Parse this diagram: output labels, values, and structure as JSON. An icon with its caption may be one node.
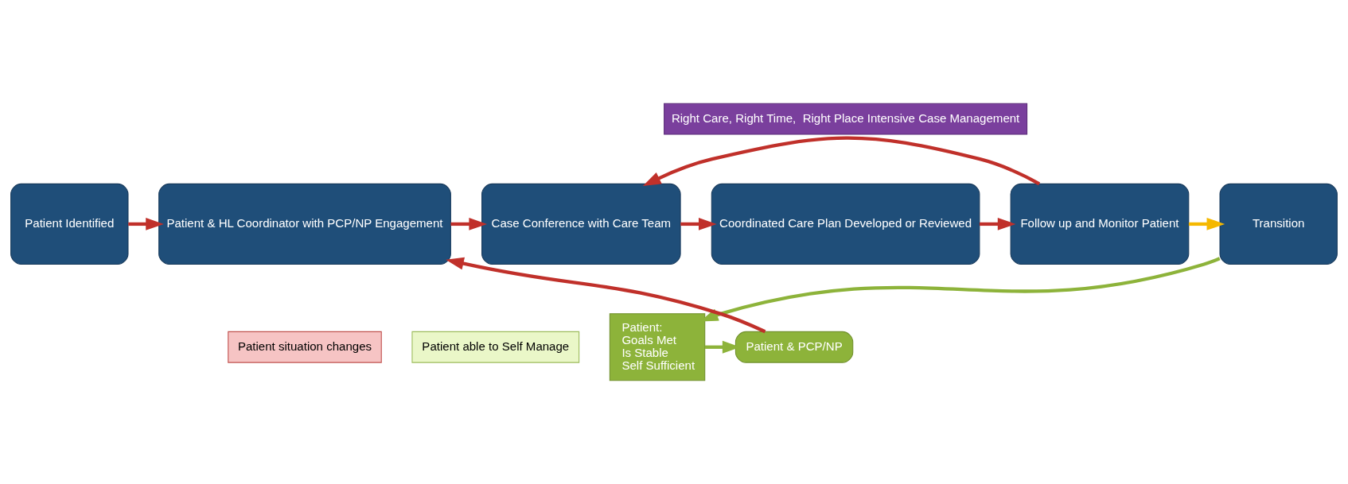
{
  "diagram": {
    "nodes": [
      {
        "text": [
          "Right Care, Right Time,  Right Place Intensive Case Management"
        ]
      },
      {
        "text": [
          "Patient Identified"
        ]
      },
      {
        "text": [
          "Patient & HL Coordinator with PCP/NP Engagement"
        ]
      },
      {
        "text": [
          "Case Conference with Care Team"
        ]
      },
      {
        "text": [
          "Coordinated Care Plan Developed or Reviewed"
        ]
      },
      {
        "text": [
          "Follow up and Monitor Patient"
        ]
      },
      {
        "text": [
          "Transition"
        ]
      },
      {
        "text": [
          "Patient & PCP/NP"
        ]
      },
      {
        "text": [
          "Patient situation changes"
        ]
      },
      {
        "text": [
          "Patient:",
          "Goals Met",
          "Is Stable",
          "Self Sufficient"
        ]
      },
      {
        "text": [
          "Patient able to Self Manage"
        ]
      }
    ],
    "edges": [
      {
        "from": 1,
        "to": 2,
        "arrow": "to"
      },
      {
        "from": 2,
        "to": 3,
        "arrow": "to"
      },
      {
        "from": 3,
        "to": 4,
        "arrow": "to"
      },
      {
        "from": 4,
        "to": 5,
        "arrow": "to"
      },
      {
        "from": 5,
        "to": 6,
        "arrow": "to",
        "color": "#f5b800"
      },
      {
        "from": 6,
        "to": 9,
        "arrow": "to",
        "color": "#8db33a"
      },
      {
        "from": 7,
        "to": 2,
        "arrow": "to"
      },
      {
        "from": 5,
        "to": 3,
        "arrow": "to"
      },
      {
        "from": 9,
        "to": 7,
        "arrow": "to",
        "color": "#8db33a"
      }
    ]
  }
}
